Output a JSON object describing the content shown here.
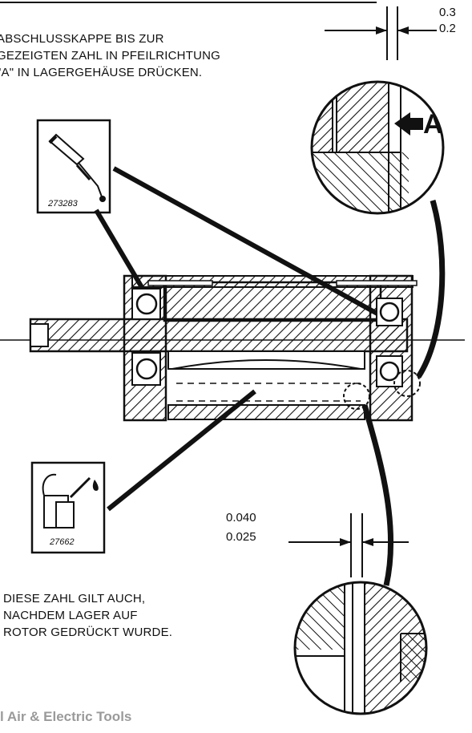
{
  "instruction_top": [
    "ABSCHLUSSKAPPE BIS ZUR",
    "GEZEIGTEN ZAHL IN PFEILRICHTUNG",
    "\"A\" IN LAGERGEHÄUSE DRÜCKEN."
  ],
  "instruction_bottom": [
    "DIESE ZAHL GILT AUCH,",
    "NACHDEM LAGER AUF",
    "ROTOR GEDRÜCKT WURDE."
  ],
  "dim_top": {
    "upper": "0.3",
    "lower": "0.2"
  },
  "dim_bottom": {
    "upper": "0.040",
    "lower": "0.025"
  },
  "arrow_label": "A",
  "tool_grease_gun": {
    "part_number": "273283",
    "icon": "grease-gun-icon"
  },
  "tool_oil_can": {
    "part_number": "27662",
    "icon": "oil-can-icon"
  },
  "footer": "l Air & Electric Tools"
}
